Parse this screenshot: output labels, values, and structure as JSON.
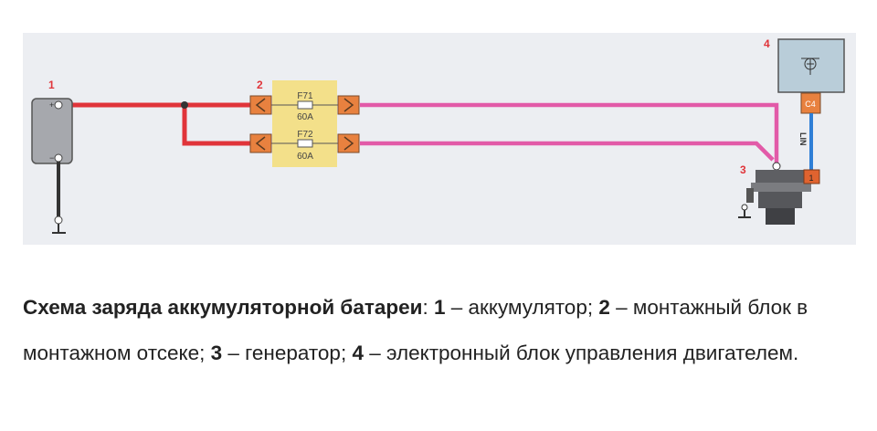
{
  "diagram": {
    "labels": {
      "battery": "1",
      "fuse_block": "2",
      "generator": "3",
      "ecu": "4"
    },
    "battery": {
      "plus": "+",
      "minus": "−"
    },
    "fuses": [
      {
        "name": "F71",
        "rating": "60A"
      },
      {
        "name": "F72",
        "rating": "60A"
      }
    ],
    "ecu_connector": "C4",
    "generator_pin": "1",
    "bus_label": "LIN",
    "colors": {
      "power": "#e0343a",
      "output": "#e25aa8",
      "lin": "#2f7fd6",
      "connector": "#e8813f",
      "fuse_block": "#f3e08a",
      "ecu": "#b9cdd9",
      "background": "#eef0f3"
    }
  },
  "caption": {
    "title": "Схема заряда аккумуляторной батареи",
    "sep": ": ",
    "items": [
      {
        "num": "1",
        "text": " – аккумулятор; "
      },
      {
        "num": "2",
        "text": " – монтажный блок в монтажном отсеке; "
      },
      {
        "num": "3",
        "text": " – генератор; "
      },
      {
        "num": "4",
        "text": " – электронный блок управления двигателем."
      }
    ]
  }
}
